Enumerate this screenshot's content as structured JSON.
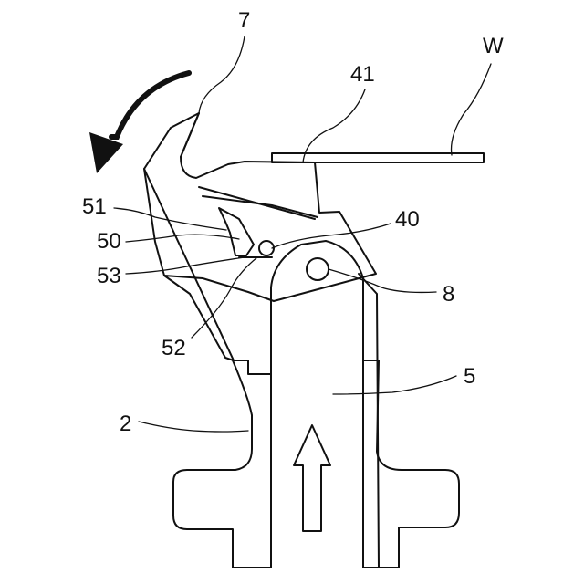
{
  "labels": {
    "W": "W",
    "n7": "7",
    "n41": "41",
    "n40": "40",
    "n51": "51",
    "n50": "50",
    "n53": "53",
    "n52": "52",
    "n8": "8",
    "n5": "5",
    "n2": "2"
  },
  "colors": {
    "line": "#111111",
    "background": "#ffffff"
  },
  "symbols": {
    "rotation": "curved-arrow-counterclockwise-icon",
    "upward": "up-arrow-icon"
  }
}
